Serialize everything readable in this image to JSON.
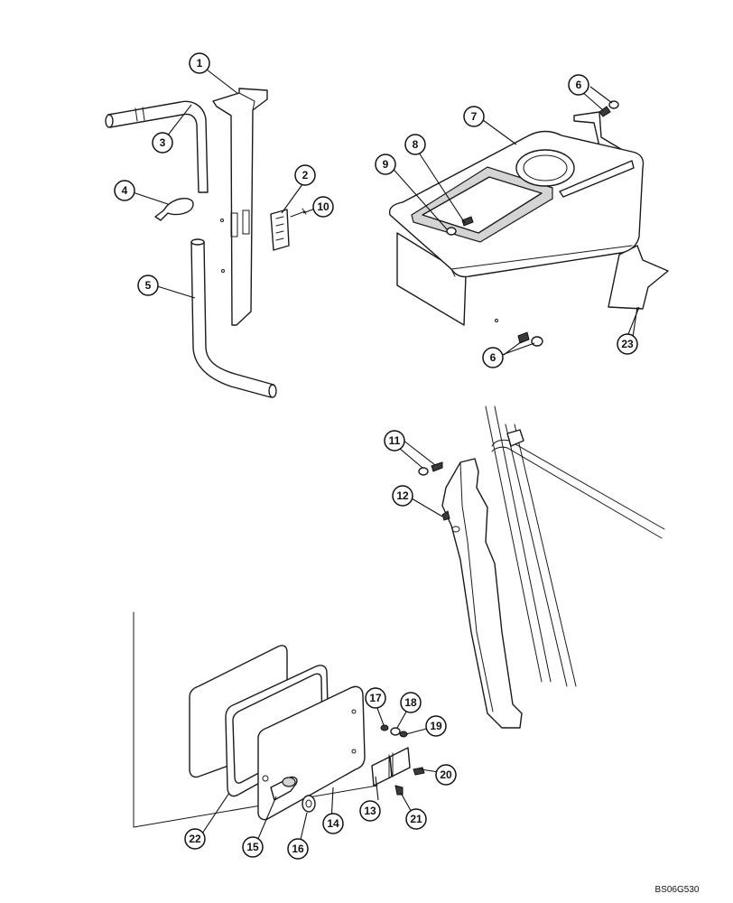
{
  "drawing_id": "BS06G530",
  "callouts": [
    {
      "n": "1"
    },
    {
      "n": "2"
    },
    {
      "n": "3"
    },
    {
      "n": "4"
    },
    {
      "n": "5"
    },
    {
      "n": "6"
    },
    {
      "n": "6"
    },
    {
      "n": "7"
    },
    {
      "n": "8"
    },
    {
      "n": "9"
    },
    {
      "n": "10"
    },
    {
      "n": "11"
    },
    {
      "n": "12"
    },
    {
      "n": "13"
    },
    {
      "n": "14"
    },
    {
      "n": "15"
    },
    {
      "n": "16"
    },
    {
      "n": "17"
    },
    {
      "n": "18"
    },
    {
      "n": "19"
    },
    {
      "n": "20"
    },
    {
      "n": "21"
    },
    {
      "n": "22"
    },
    {
      "n": "23"
    }
  ]
}
